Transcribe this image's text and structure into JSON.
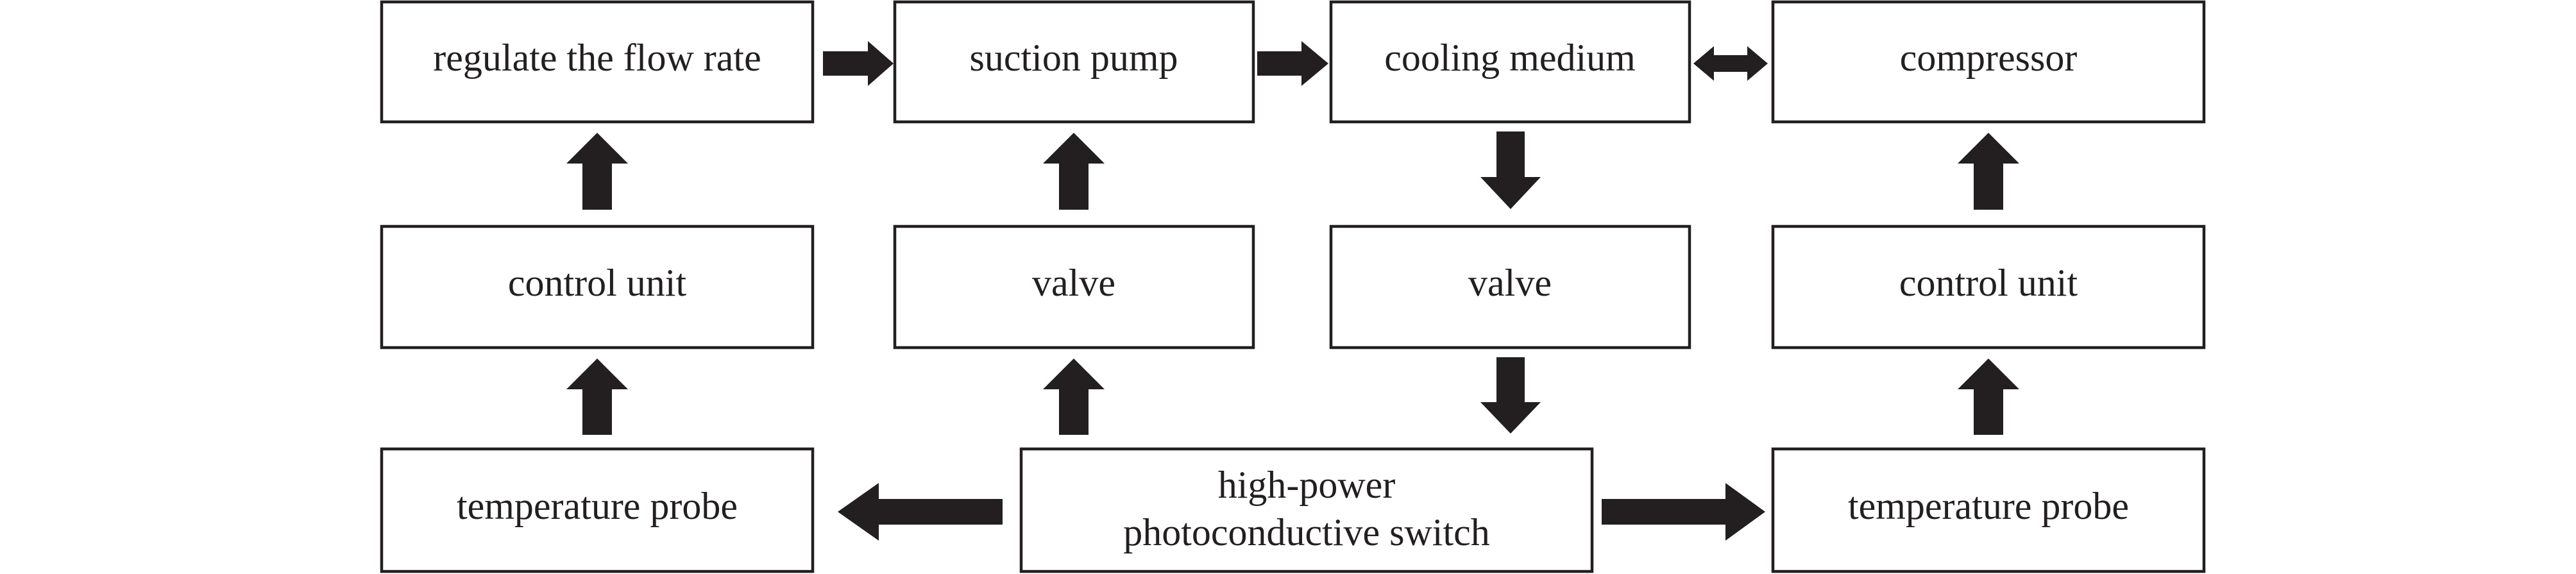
{
  "diagram": {
    "colors": {
      "stroke": "#231f20",
      "fill": "#ffffff",
      "arrow": "#231f20",
      "text": "#231f20"
    },
    "nodes": {
      "regulate_flow": "regulate the flow rate",
      "suction_pump": "suction pump",
      "cooling_medium": "cooling medium",
      "compressor": "compressor",
      "control_unit_left": "control unit",
      "valve_left": "valve",
      "valve_right": "valve",
      "control_unit_right": "control unit",
      "temp_probe_left": "temperature probe",
      "switch_line1": "high-power",
      "switch_line2": "photoconductive switch",
      "temp_probe_right": "temperature probe"
    },
    "connections": [
      {
        "from": "regulate the flow rate",
        "to": "suction pump"
      },
      {
        "from": "suction pump",
        "to": "cooling medium"
      },
      {
        "from": "cooling medium",
        "to": "compressor",
        "bidirectional": true
      },
      {
        "from": "control unit",
        "to": "regulate the flow rate"
      },
      {
        "from": "valve",
        "to": "suction pump"
      },
      {
        "from": "cooling medium",
        "to": "valve"
      },
      {
        "from": "control unit",
        "to": "compressor"
      },
      {
        "from": "temperature probe",
        "to": "control unit"
      },
      {
        "from": "high-power photoconductive switch",
        "to": "valve"
      },
      {
        "from": "valve",
        "to": "high-power photoconductive switch"
      },
      {
        "from": "temperature probe",
        "to": "control unit"
      },
      {
        "from": "high-power photoconductive switch",
        "to": "temperature probe"
      },
      {
        "from": "high-power photoconductive switch",
        "to": "temperature probe"
      }
    ]
  }
}
